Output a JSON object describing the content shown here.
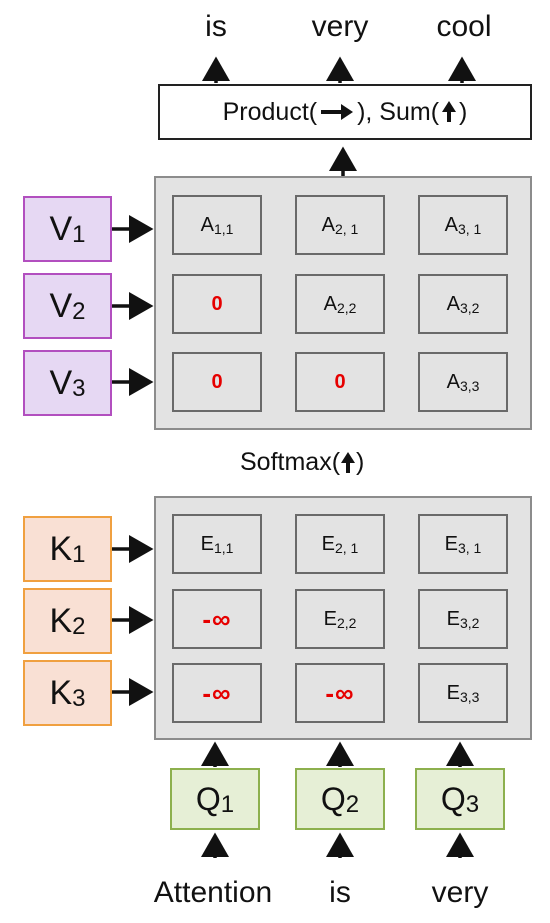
{
  "output_words": [
    "is",
    "very",
    "cool"
  ],
  "input_words": [
    "Attention",
    "is",
    "very"
  ],
  "product_box": {
    "product_text": "Product(",
    "mid_text": "), Sum(",
    "end_text": ")"
  },
  "softmax": {
    "text": "Softmax(",
    "end_text": ")"
  },
  "values": [
    {
      "base": "V",
      "sub": "1"
    },
    {
      "base": "V",
      "sub": "2"
    },
    {
      "base": "V",
      "sub": "3"
    }
  ],
  "keys": [
    {
      "base": "K",
      "sub": "1"
    },
    {
      "base": "K",
      "sub": "2"
    },
    {
      "base": "K",
      "sub": "3"
    }
  ],
  "queries": [
    {
      "base": "Q",
      "sub": "1"
    },
    {
      "base": "Q",
      "sub": "2"
    },
    {
      "base": "Q",
      "sub": "3"
    }
  ],
  "attention_matrix": [
    [
      {
        "base": "A",
        "sub": "1,1"
      },
      {
        "base": "A",
        "sub": "2, 1"
      },
      {
        "base": "A",
        "sub": "3, 1"
      }
    ],
    [
      {
        "value": "0"
      },
      {
        "base": "A",
        "sub": "2,2"
      },
      {
        "base": "A",
        "sub": "3,2"
      }
    ],
    [
      {
        "value": "0"
      },
      {
        "value": "0"
      },
      {
        "base": "A",
        "sub": "3,3"
      }
    ]
  ],
  "energy_matrix": [
    [
      {
        "base": "E",
        "sub": "1,1"
      },
      {
        "base": "E",
        "sub": "2, 1"
      },
      {
        "base": "E",
        "sub": "3, 1"
      }
    ],
    [
      {
        "value": "-∞"
      },
      {
        "base": "E",
        "sub": "2,2"
      },
      {
        "base": "E",
        "sub": "3,2"
      }
    ],
    [
      {
        "value": "-∞"
      },
      {
        "value": "-∞"
      },
      {
        "base": "E",
        "sub": "3,3"
      }
    ]
  ],
  "colors": {
    "value_border": "#b24fbf",
    "value_fill": "#e6d8f3",
    "key_border": "#f0a040",
    "key_fill": "#f9e0d4",
    "query_border": "#8db04e",
    "query_fill": "#e6efd6",
    "mask_text": "#e60000",
    "panel_fill": "#e3e3e3"
  }
}
